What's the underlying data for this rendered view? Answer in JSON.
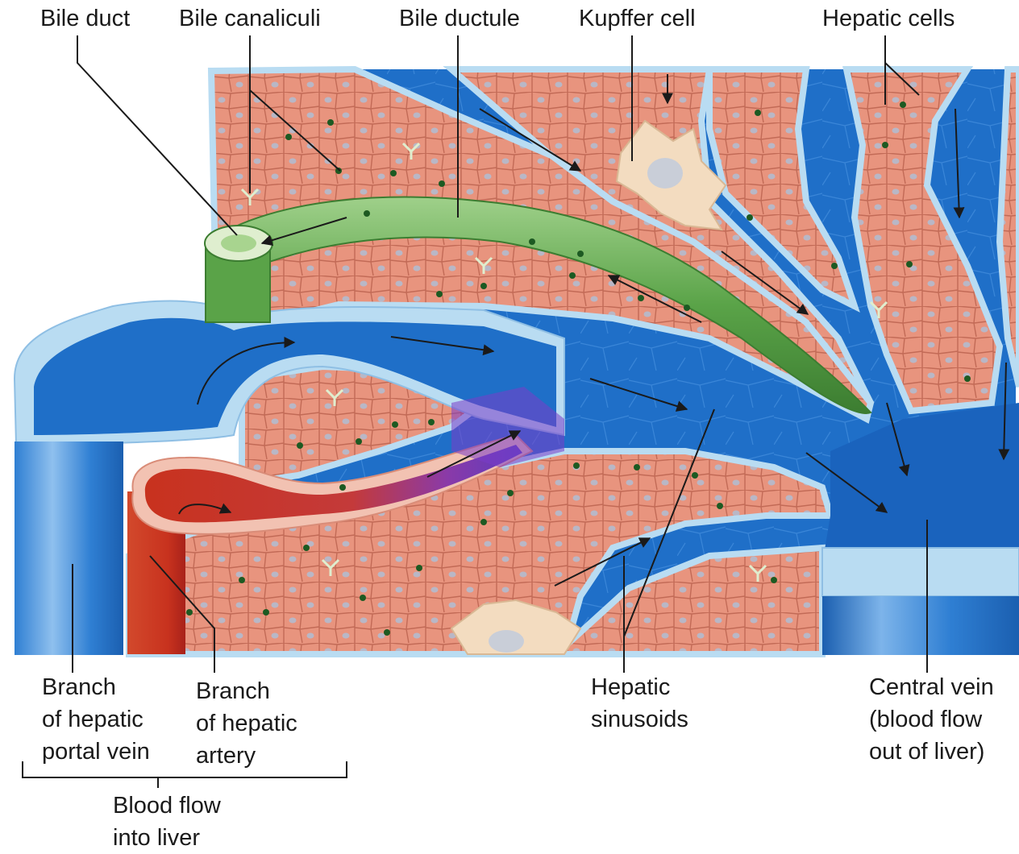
{
  "labels": {
    "bile_duct": "Bile duct",
    "bile_canaliculi": "Bile canaliculi",
    "bile_ductule": "Bile ductule",
    "kupffer_cell": "Kupffer cell",
    "hepatic_cells": "Hepatic cells",
    "portal_vein": [
      "Branch",
      "of hepatic",
      "portal vein"
    ],
    "hepatic_artery": [
      "Branch",
      "of hepatic",
      "artery"
    ],
    "sinusoids": [
      "Hepatic",
      "sinusoids"
    ],
    "central_vein": [
      "Central vein",
      "(blood flow",
      "out of liver)"
    ],
    "blood_flow_in": [
      "Blood flow",
      "into liver"
    ]
  },
  "colors": {
    "hepatocyte": "#e8947e",
    "hepatocyte_border": "#b8604e",
    "blood": "#1f6fc8",
    "blood_light": "#6aa8e6",
    "vessel_wall": "#b9dcf2",
    "bile": "#5aa348",
    "artery": "#c8321e",
    "kupffer": "#f3dcc0",
    "canaliculus": "#1d5a22"
  }
}
